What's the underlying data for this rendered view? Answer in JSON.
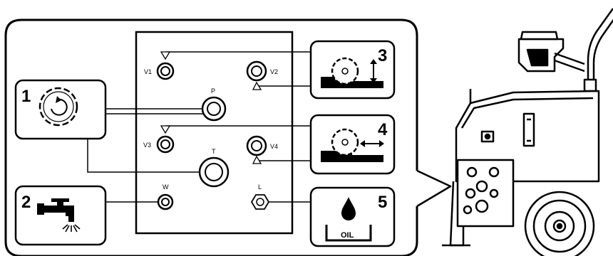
{
  "ports": {
    "v1": "V1",
    "v2": "V2",
    "p": "P",
    "v3": "V3",
    "v4": "V4",
    "t": "T",
    "w": "W",
    "l": "L"
  },
  "callouts": {
    "c1": "1",
    "c2": "2",
    "c3": "3",
    "c4": "4",
    "c5": "5"
  },
  "oil_label": "OIL"
}
